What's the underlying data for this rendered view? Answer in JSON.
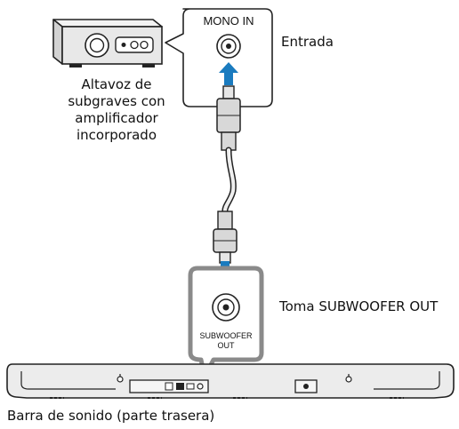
{
  "labels": {
    "mono_in": "MONO IN",
    "entrada": "Entrada",
    "subwoofer_caption": [
      "Altavoz de",
      "subgraves con",
      "amplificador",
      "incorporado"
    ],
    "subwoofer_out_jack": [
      "SUBWOOFER",
      "OUT"
    ],
    "toma": "Toma SUBWOOFER OUT",
    "soundbar": "Barra de sonido (parte trasera)"
  },
  "colors": {
    "arrow": "#1a7bbf",
    "outline": "#222222",
    "panel_border": "#8a8a8a",
    "device_fill": "#e8e8e8",
    "soundbar_fill": "#ececec"
  }
}
